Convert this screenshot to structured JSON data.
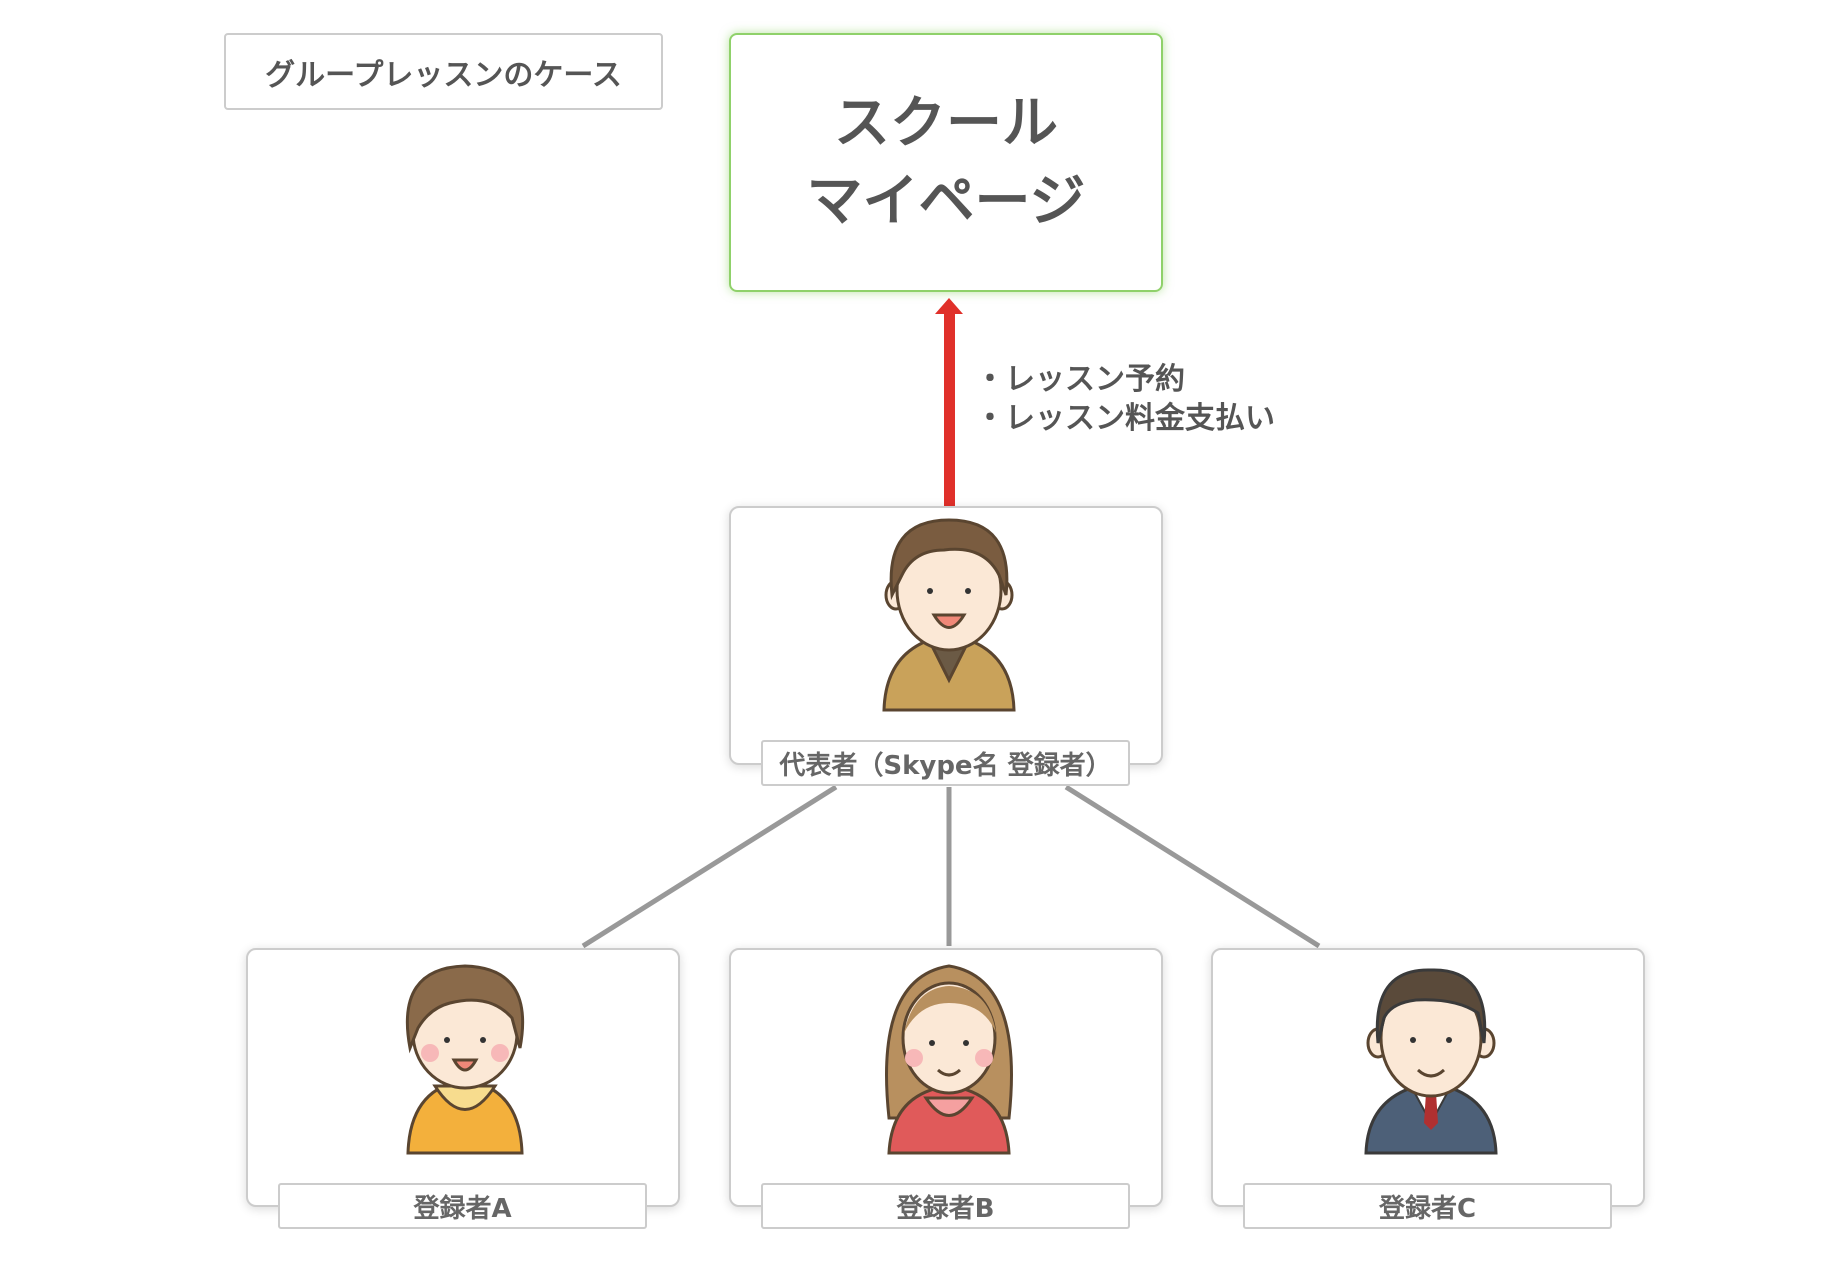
{
  "case_label": "グループレッスンのケース",
  "school": {
    "line1": "スクール",
    "line2": "マイページ",
    "border_color": "#8fd16a"
  },
  "actions": [
    "・レッスン予約",
    "・レッスン料金支払い"
  ],
  "arrow_color": "#e0302a",
  "representative": {
    "label": "代表者（Skype名 登録者）",
    "icon": "man-avatar-icon"
  },
  "registrants": [
    {
      "label": "登録者A",
      "icon": "child-avatar-icon"
    },
    {
      "label": "登録者B",
      "icon": "woman-avatar-icon"
    },
    {
      "label": "登録者C",
      "icon": "businessman-avatar-icon"
    }
  ]
}
